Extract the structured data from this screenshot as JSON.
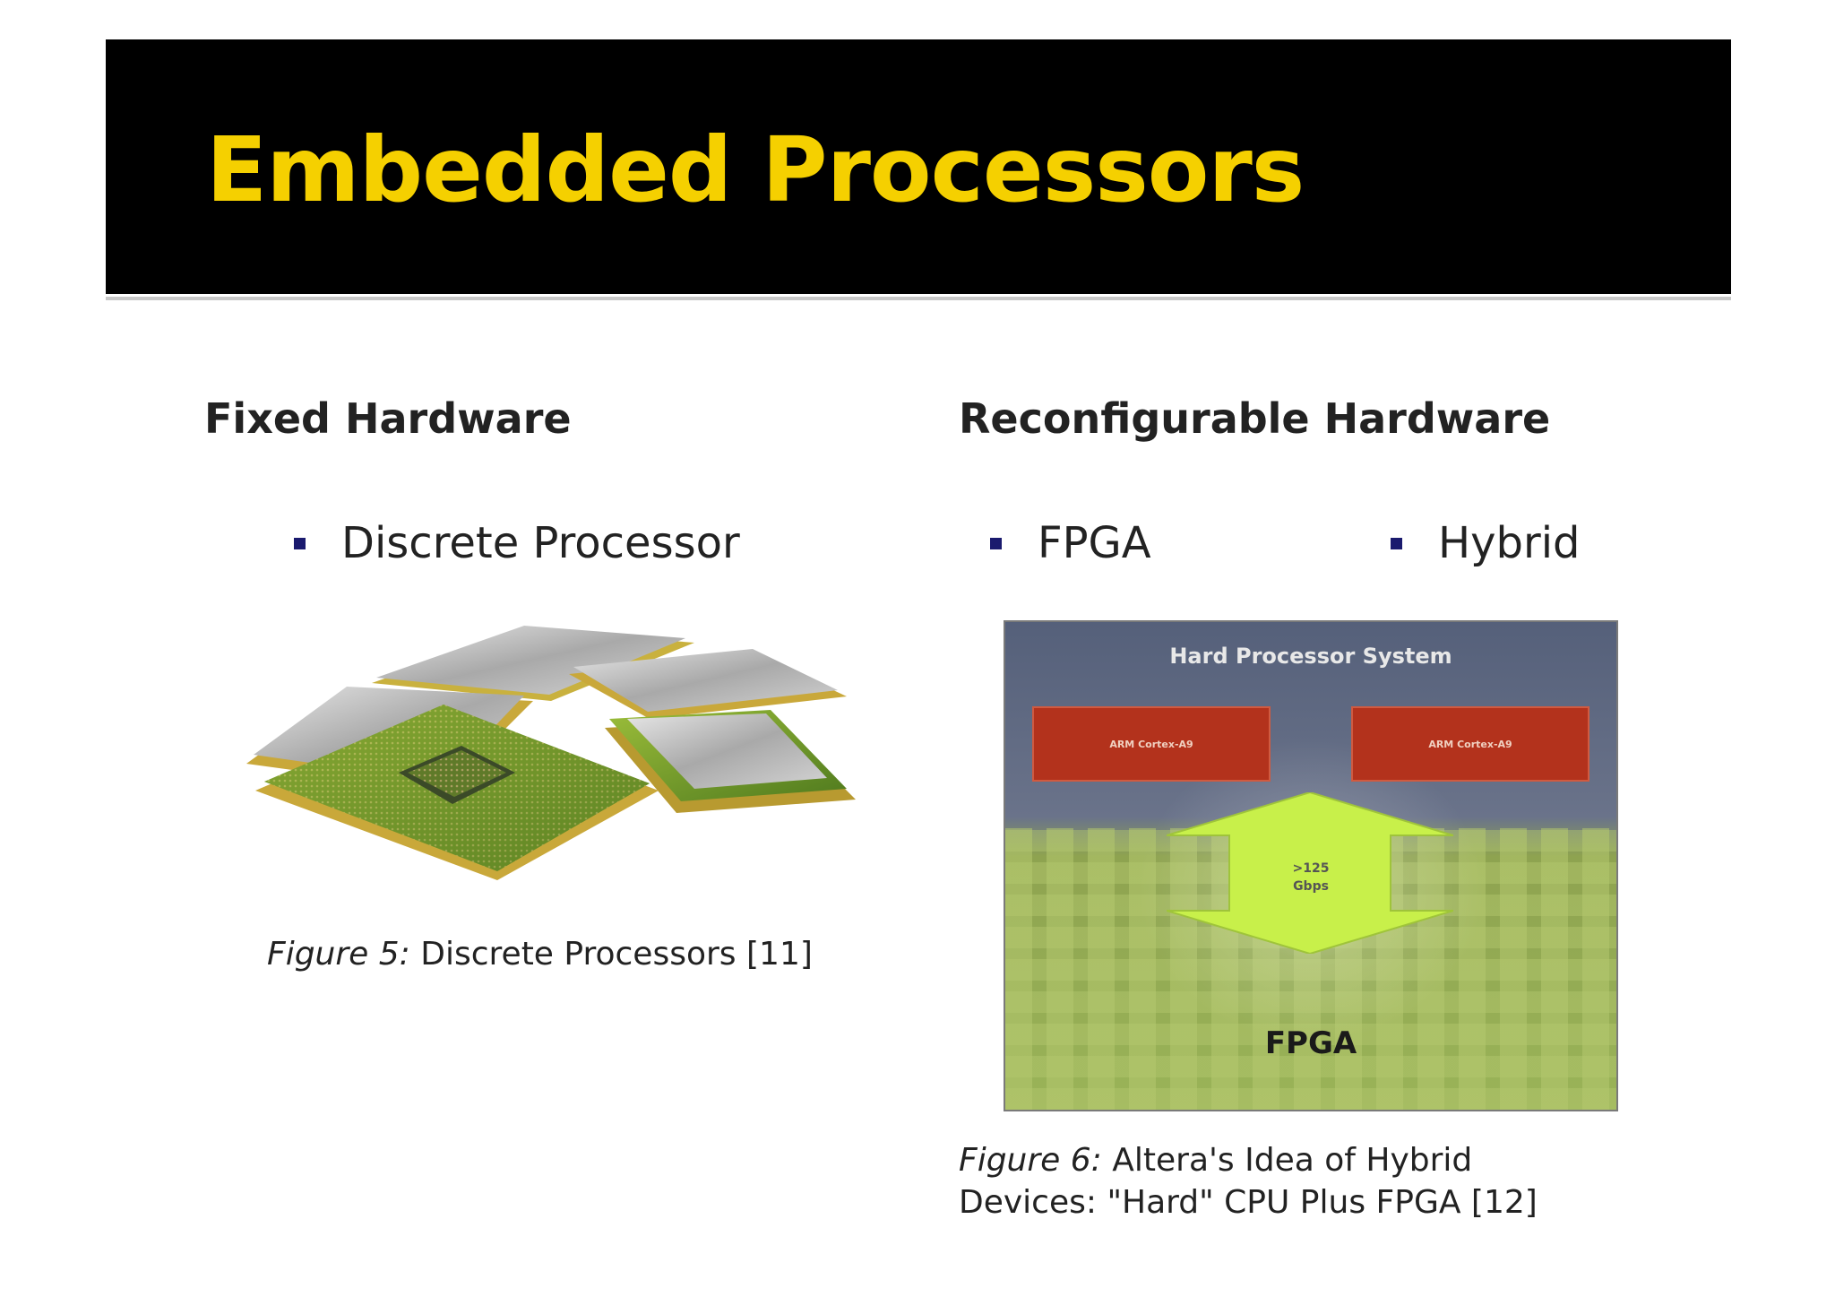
{
  "slide": {
    "title": "Embedded Processors"
  },
  "left": {
    "heading": "Fixed Hardware",
    "bullet": "Discrete Processor",
    "caption_label": "Figure 5:",
    "caption_text": "Discrete Processors [11]"
  },
  "right": {
    "heading": "Reconfigurable Hardware",
    "bullets": [
      "FPGA",
      "Hybrid"
    ],
    "caption_label": "Figure 6:",
    "caption_line1": "Altera's Idea of Hybrid",
    "caption_line2": "Devices: \"Hard\" CPU Plus FPGA [12]"
  },
  "fpga_diagram": {
    "hps_label": "Hard Processor System",
    "arm_left": "ARM Cortex-A9",
    "arm_right": "ARM Cortex-A9",
    "bandwidth_line1": ">125",
    "bandwidth_line2": "Gbps",
    "fpga_label": "FPGA",
    "colors": {
      "arm": "#b3321c",
      "arrow": "#c8f04a",
      "title": "#f5d000"
    }
  }
}
